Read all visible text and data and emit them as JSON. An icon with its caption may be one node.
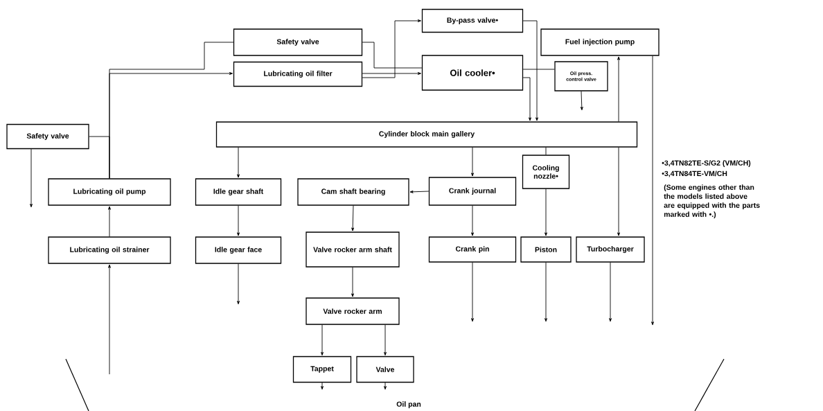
{
  "diagram": {
    "nodes": [
      {
        "text": [
          "Safety valve"
        ]
      },
      {
        "text": [
          "Lubricating oil filter"
        ]
      },
      {
        "text": [
          "By-pass valve•"
        ]
      },
      {
        "text": [
          "Oil cooler•"
        ]
      },
      {
        "text": [
          "Fuel injection pump"
        ]
      },
      {
        "text": [
          "Oil press. control valve"
        ]
      },
      {
        "text": [
          "Safety valve"
        ]
      },
      {
        "text": [
          "Cylinder block main gallery"
        ]
      },
      {
        "text": [
          "Lubricating oil pump"
        ]
      },
      {
        "text": [
          "Idle gear shaft"
        ]
      },
      {
        "text": [
          "Cam shaft bearing"
        ]
      },
      {
        "text": [
          "Crank journal"
        ]
      },
      {
        "text": [
          "Cooling nozzle•"
        ]
      },
      {
        "text": [
          "Lubricating oil strainer"
        ]
      },
      {
        "text": [
          "Idle gear face"
        ]
      },
      {
        "text": [
          "Valve rocker arm shaft"
        ]
      },
      {
        "text": [
          "Crank pin"
        ]
      },
      {
        "text": [
          "Piston"
        ]
      },
      {
        "text": [
          "Turbocharger"
        ]
      },
      {
        "text": [
          "Valve rocker arm"
        ]
      },
      {
        "text": [
          "Tappet"
        ]
      },
      {
        "text": [
          "Valve"
        ]
      }
    ],
    "edges": [
      {
        "from": 13,
        "to": 8,
        "arrow": "to"
      },
      {
        "from": null,
        "to": 13,
        "arrow": "to"
      },
      {
        "from": 8,
        "to": 6,
        "arrow": "none"
      },
      {
        "from": 8,
        "to": 1,
        "arrow": "to"
      },
      {
        "from": 8,
        "to": 0,
        "arrow": "none"
      },
      {
        "from": 1,
        "to": 3,
        "arrow": "to"
      },
      {
        "from": 0,
        "to": 3,
        "arrow": "none"
      },
      {
        "from": 1,
        "to": 2,
        "arrow": "to"
      },
      {
        "from": 2,
        "to": 7,
        "arrow": "to"
      },
      {
        "from": 3,
        "to": 7,
        "arrow": "to"
      },
      {
        "from": 3,
        "to": 5,
        "arrow": "none"
      },
      {
        "from": 5,
        "to": null,
        "arrow": "to"
      },
      {
        "from": 6,
        "to": null,
        "arrow": "to"
      },
      {
        "from": 7,
        "to": 9,
        "arrow": "to"
      },
      {
        "from": 9,
        "to": 14,
        "arrow": "to"
      },
      {
        "from": 14,
        "to": null,
        "arrow": "to"
      },
      {
        "from": 7,
        "to": 11,
        "arrow": "to"
      },
      {
        "from": 11,
        "to": 10,
        "arrow": "to"
      },
      {
        "from": 10,
        "to": 15,
        "arrow": "to"
      },
      {
        "from": 15,
        "to": 19,
        "arrow": "to"
      },
      {
        "from": 19,
        "to": 20,
        "arrow": "to"
      },
      {
        "from": 19,
        "to": 21,
        "arrow": "to"
      },
      {
        "from": 20,
        "to": null,
        "arrow": "to"
      },
      {
        "from": 21,
        "to": null,
        "arrow": "to"
      },
      {
        "from": 11,
        "to": 16,
        "arrow": "to"
      },
      {
        "from": 16,
        "to": null,
        "arrow": "to"
      },
      {
        "from": 7,
        "to": 12,
        "arrow": "none"
      },
      {
        "from": 12,
        "to": 17,
        "arrow": "to"
      },
      {
        "from": 17,
        "to": null,
        "arrow": "to"
      },
      {
        "from": 7,
        "to": 4,
        "arrow": "to"
      },
      {
        "from": 7,
        "to": 18,
        "arrow": "to"
      },
      {
        "from": 18,
        "to": null,
        "arrow": "to"
      },
      {
        "from": 4,
        "to": null,
        "arrow": "to"
      }
    ],
    "labels": [
      "•3,4TN82TE-S/G2 (VM/CH)",
      "•3,4TN84TE-VM/CH",
      "(Some engines other than the models listed above are equipped with the parts marked with •.)",
      "Oil pan"
    ]
  }
}
